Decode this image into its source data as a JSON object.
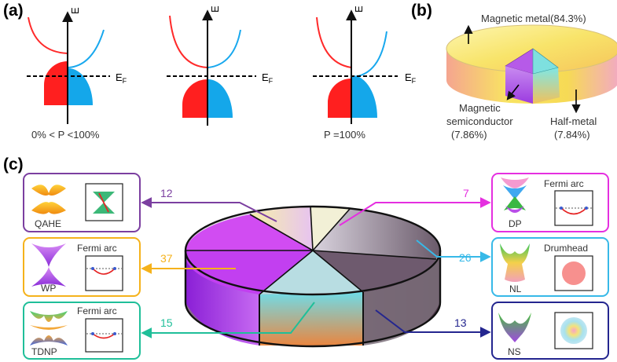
{
  "panel_a": {
    "label": "(a)",
    "energy_axis": "E",
    "fermi_label_main": "E",
    "fermi_label_sub": "F",
    "caption_partial": "0% < P <100%",
    "caption_full": "P =100%"
  },
  "panel_b": {
    "label": "(b)",
    "magnetic_metal": "Magnetic metal(84.3%)",
    "semiconductor_line1": "Magnetic",
    "semiconductor_line2": "semiconductor",
    "semiconductor_pct": "(7.86%)",
    "half_metal": "Half-metal",
    "half_metal_pct": "(7.84%)",
    "chart_data": {
      "type": "pie",
      "categories": [
        "Magnetic metal",
        "Magnetic semiconductor",
        "Half-metal"
      ],
      "values": [
        84.3,
        7.86,
        7.84
      ]
    }
  },
  "panel_c": {
    "label": "(c)",
    "boxes": {
      "qahe": {
        "count": "12",
        "name": "QAHE",
        "color": "#7b3fa0"
      },
      "wp": {
        "count": "37",
        "name": "WP",
        "sublabel": "Fermi arc",
        "color": "#f5b21b"
      },
      "tdnp": {
        "count": "15",
        "name": "TDNP",
        "sublabel": "Fermi arc",
        "color": "#1fbf99"
      },
      "dp": {
        "count": "7",
        "name": "DP",
        "sublabel": "Fermi arc",
        "color": "#e52fe0"
      },
      "nl": {
        "count": "26",
        "name": "NL",
        "sublabel": "Drumhead",
        "color": "#37b9e8"
      },
      "ns": {
        "count": "13",
        "name": "NS",
        "color": "#24268f"
      }
    },
    "chart_data": {
      "type": "pie",
      "categories": [
        "QAHE",
        "WP",
        "TDNP",
        "DP",
        "NL",
        "NS"
      ],
      "values": [
        12,
        37,
        15,
        7,
        26,
        13
      ]
    }
  }
}
